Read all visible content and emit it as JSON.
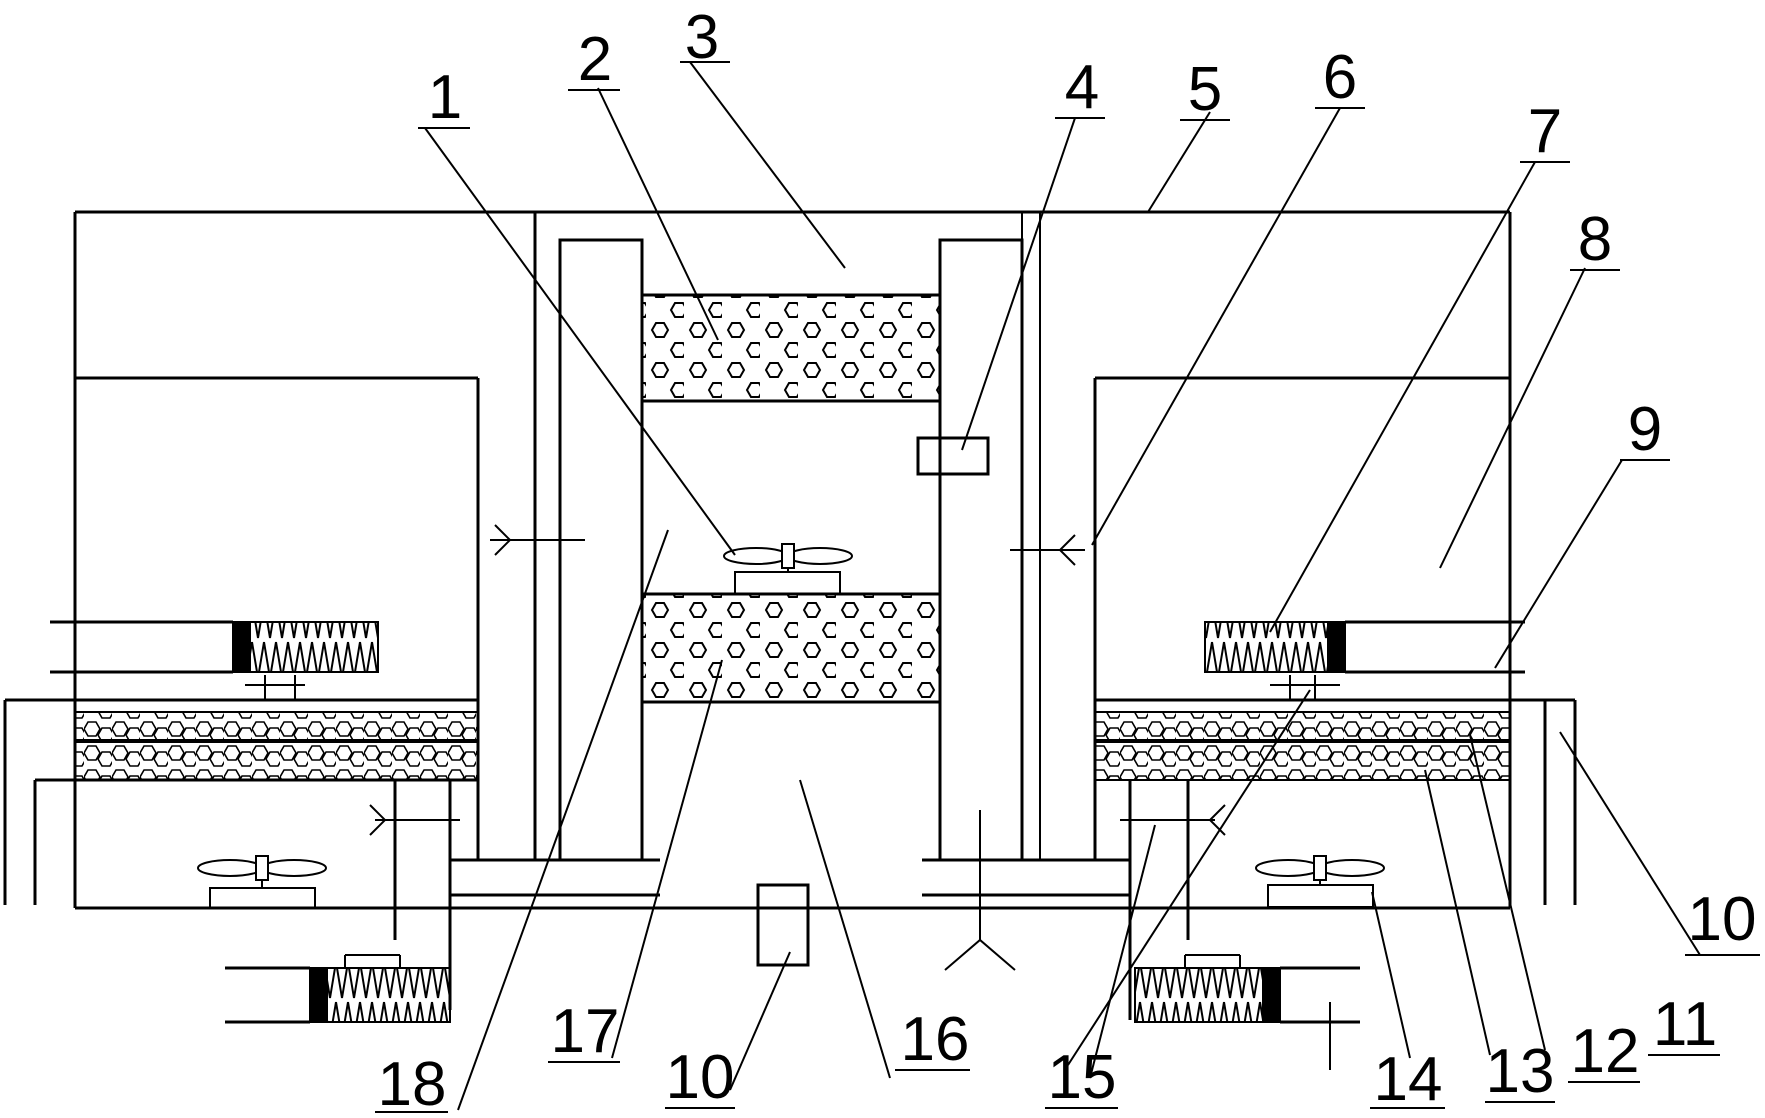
{
  "labels": {
    "l1": "1",
    "l2": "2",
    "l3": "3",
    "l4": "4",
    "l5": "5",
    "l6": "6",
    "l7": "7",
    "l8": "8",
    "l9": "9",
    "l10a": "10",
    "l10b": "10",
    "l11": "11",
    "l12": "12",
    "l13": "13",
    "l14": "14",
    "l15": "15",
    "l16": "16",
    "l17": "17",
    "l18": "18"
  }
}
